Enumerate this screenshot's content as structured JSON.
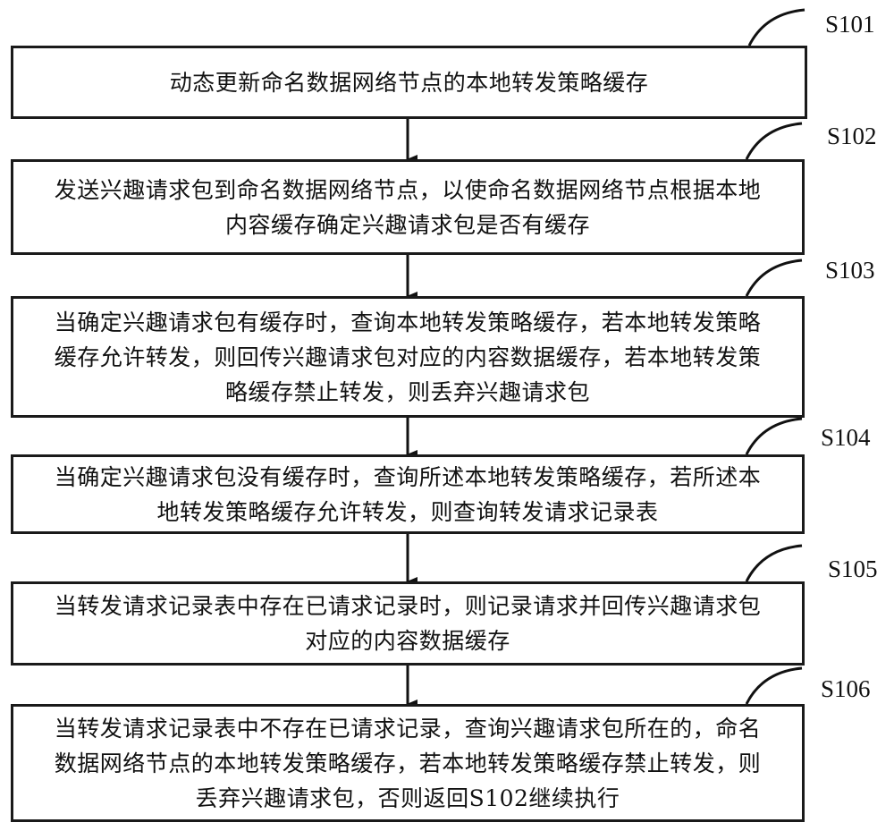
{
  "diagram": {
    "type": "flowchart",
    "steps": [
      {
        "id": "S101",
        "text": "动态更新命名数据网络节点的本地转发策略缓存"
      },
      {
        "id": "S102",
        "text": "发送兴趣请求包到命名数据网络节点，以使命名数据网络节点根据本地\n内容缓存确定兴趣请求包是否有缓存"
      },
      {
        "id": "S103",
        "text": "当确定兴趣请求包有缓存时，查询本地转发策略缓存，若本地转发策略\n缓存允许转发，则回传兴趣请求包对应的内容数据缓存，若本地转发策\n略缓存禁止转发，则丢弃兴趣请求包"
      },
      {
        "id": "S104",
        "text": "当确定兴趣请求包没有缓存时，查询所述本地转发策略缓存，若所述本\n地转发策略缓存允许转发，则查询转发请求记录表"
      },
      {
        "id": "S105",
        "text": "当转发请求记录表中存在已请求记录时，则记录请求并回传兴趣请求包\n对应的内容数据缓存"
      },
      {
        "id": "S106",
        "text": "当转发请求记录表中不存在已请求记录，查询兴趣请求包所在的，命名\n数据网络节点的本地转发策略缓存，若本地转发策略缓存禁止转发，则\n丢弃兴趣请求包，否则返回S102继续执行"
      }
    ],
    "edges": [
      {
        "from": "S101",
        "to": "S102"
      },
      {
        "from": "S102",
        "to": "S103"
      },
      {
        "from": "S103",
        "to": "S104"
      },
      {
        "from": "S104",
        "to": "S105"
      },
      {
        "from": "S105",
        "to": "S106"
      }
    ]
  }
}
